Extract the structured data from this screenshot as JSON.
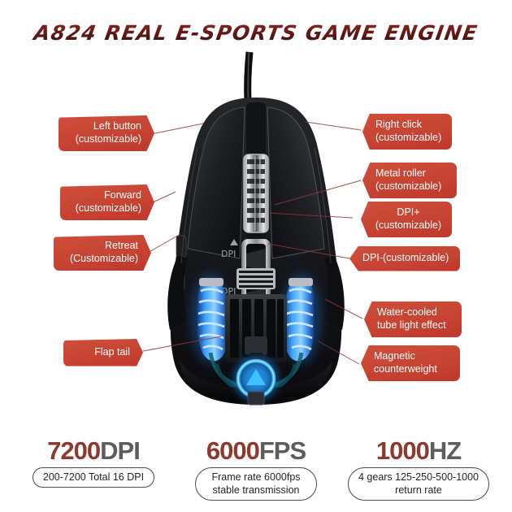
{
  "header": {
    "title": "A824 REAL E-SPORTS GAME ENGINE",
    "title_color": "#6e1f1c"
  },
  "product": {
    "name": "A824 gaming mouse",
    "dpi_up_label": "DPI",
    "dpi_down_label": "DPI",
    "accent_glow_color": "#2aa4ff",
    "body_color": "#141414"
  },
  "callouts": {
    "left": [
      {
        "id": "left-button",
        "line1": "Left button",
        "line2": "(customizable)"
      },
      {
        "id": "forward",
        "line1": "Forward",
        "line2": "(customizable)"
      },
      {
        "id": "retreat",
        "line1": "Retreat",
        "line2": "(Customizable)"
      },
      {
        "id": "flap-tail",
        "line1": "Flap tail",
        "line2": ""
      }
    ],
    "right": [
      {
        "id": "right-click",
        "line1": "Right click",
        "line2": "(customizable)"
      },
      {
        "id": "metal-roller",
        "line1": "Metal roller",
        "line2": "(customizable)"
      },
      {
        "id": "dpi-plus",
        "line1": "DPI+",
        "line2": "(customizable)"
      },
      {
        "id": "dpi-minus",
        "line1": "DPI-(customizable)",
        "line2": ""
      },
      {
        "id": "water-cooled",
        "line1": "Water-cooled",
        "line2": "tube light effect"
      },
      {
        "id": "magnetic",
        "line1": "Magnetic",
        "line2": "counterweight"
      }
    ],
    "background_color": "#c0392b",
    "text_color": "#ffffff"
  },
  "specs": [
    {
      "id": "dpi",
      "number": "7200",
      "unit": "DPI",
      "caption": "200-7200 Total 16 DPI"
    },
    {
      "id": "fps",
      "number": "6000",
      "unit": "FPS",
      "caption": "Frame rate 6000fps\nstable transmission"
    },
    {
      "id": "polling-rate",
      "number": "1000",
      "unit": "HZ",
      "caption": "4 gears 125-250-500-1000\nreturn rate"
    }
  ],
  "palette": {
    "number_color": "#8b3a32",
    "unit_color": "#5d5d5d",
    "page_background": "#ffffff"
  }
}
